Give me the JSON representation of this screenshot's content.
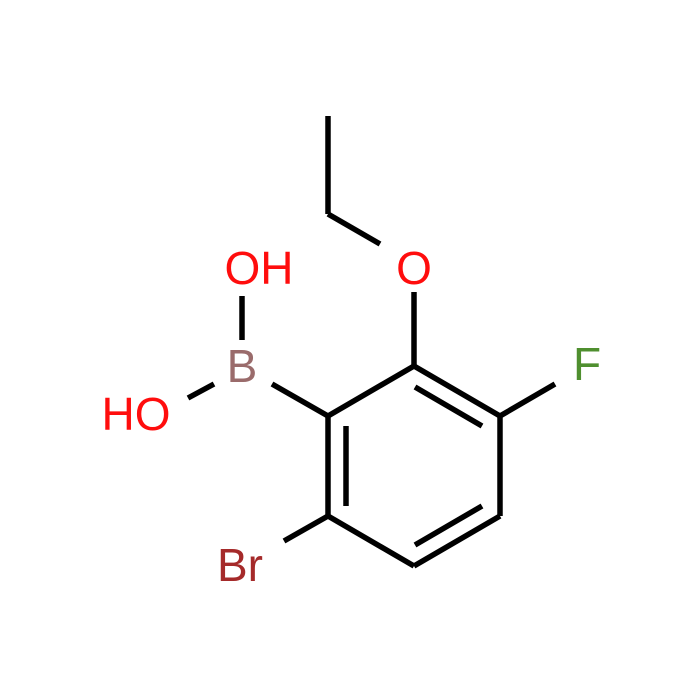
{
  "molecule": {
    "atoms": {
      "o_ethoxy": {
        "text": "O",
        "color": "#ff0d0d"
      },
      "f": {
        "text": "F",
        "color": "#4f8f2f"
      },
      "b": {
        "text": "B",
        "color": "#9a6b6b"
      },
      "oh_top": {
        "text": "OH",
        "color": "#ff0d0d"
      },
      "ho_left": {
        "text": "HO",
        "color": "#ff0d0d"
      },
      "br": {
        "text": "Br",
        "color": "#a52a2a"
      }
    },
    "bond_color": "#000000"
  }
}
